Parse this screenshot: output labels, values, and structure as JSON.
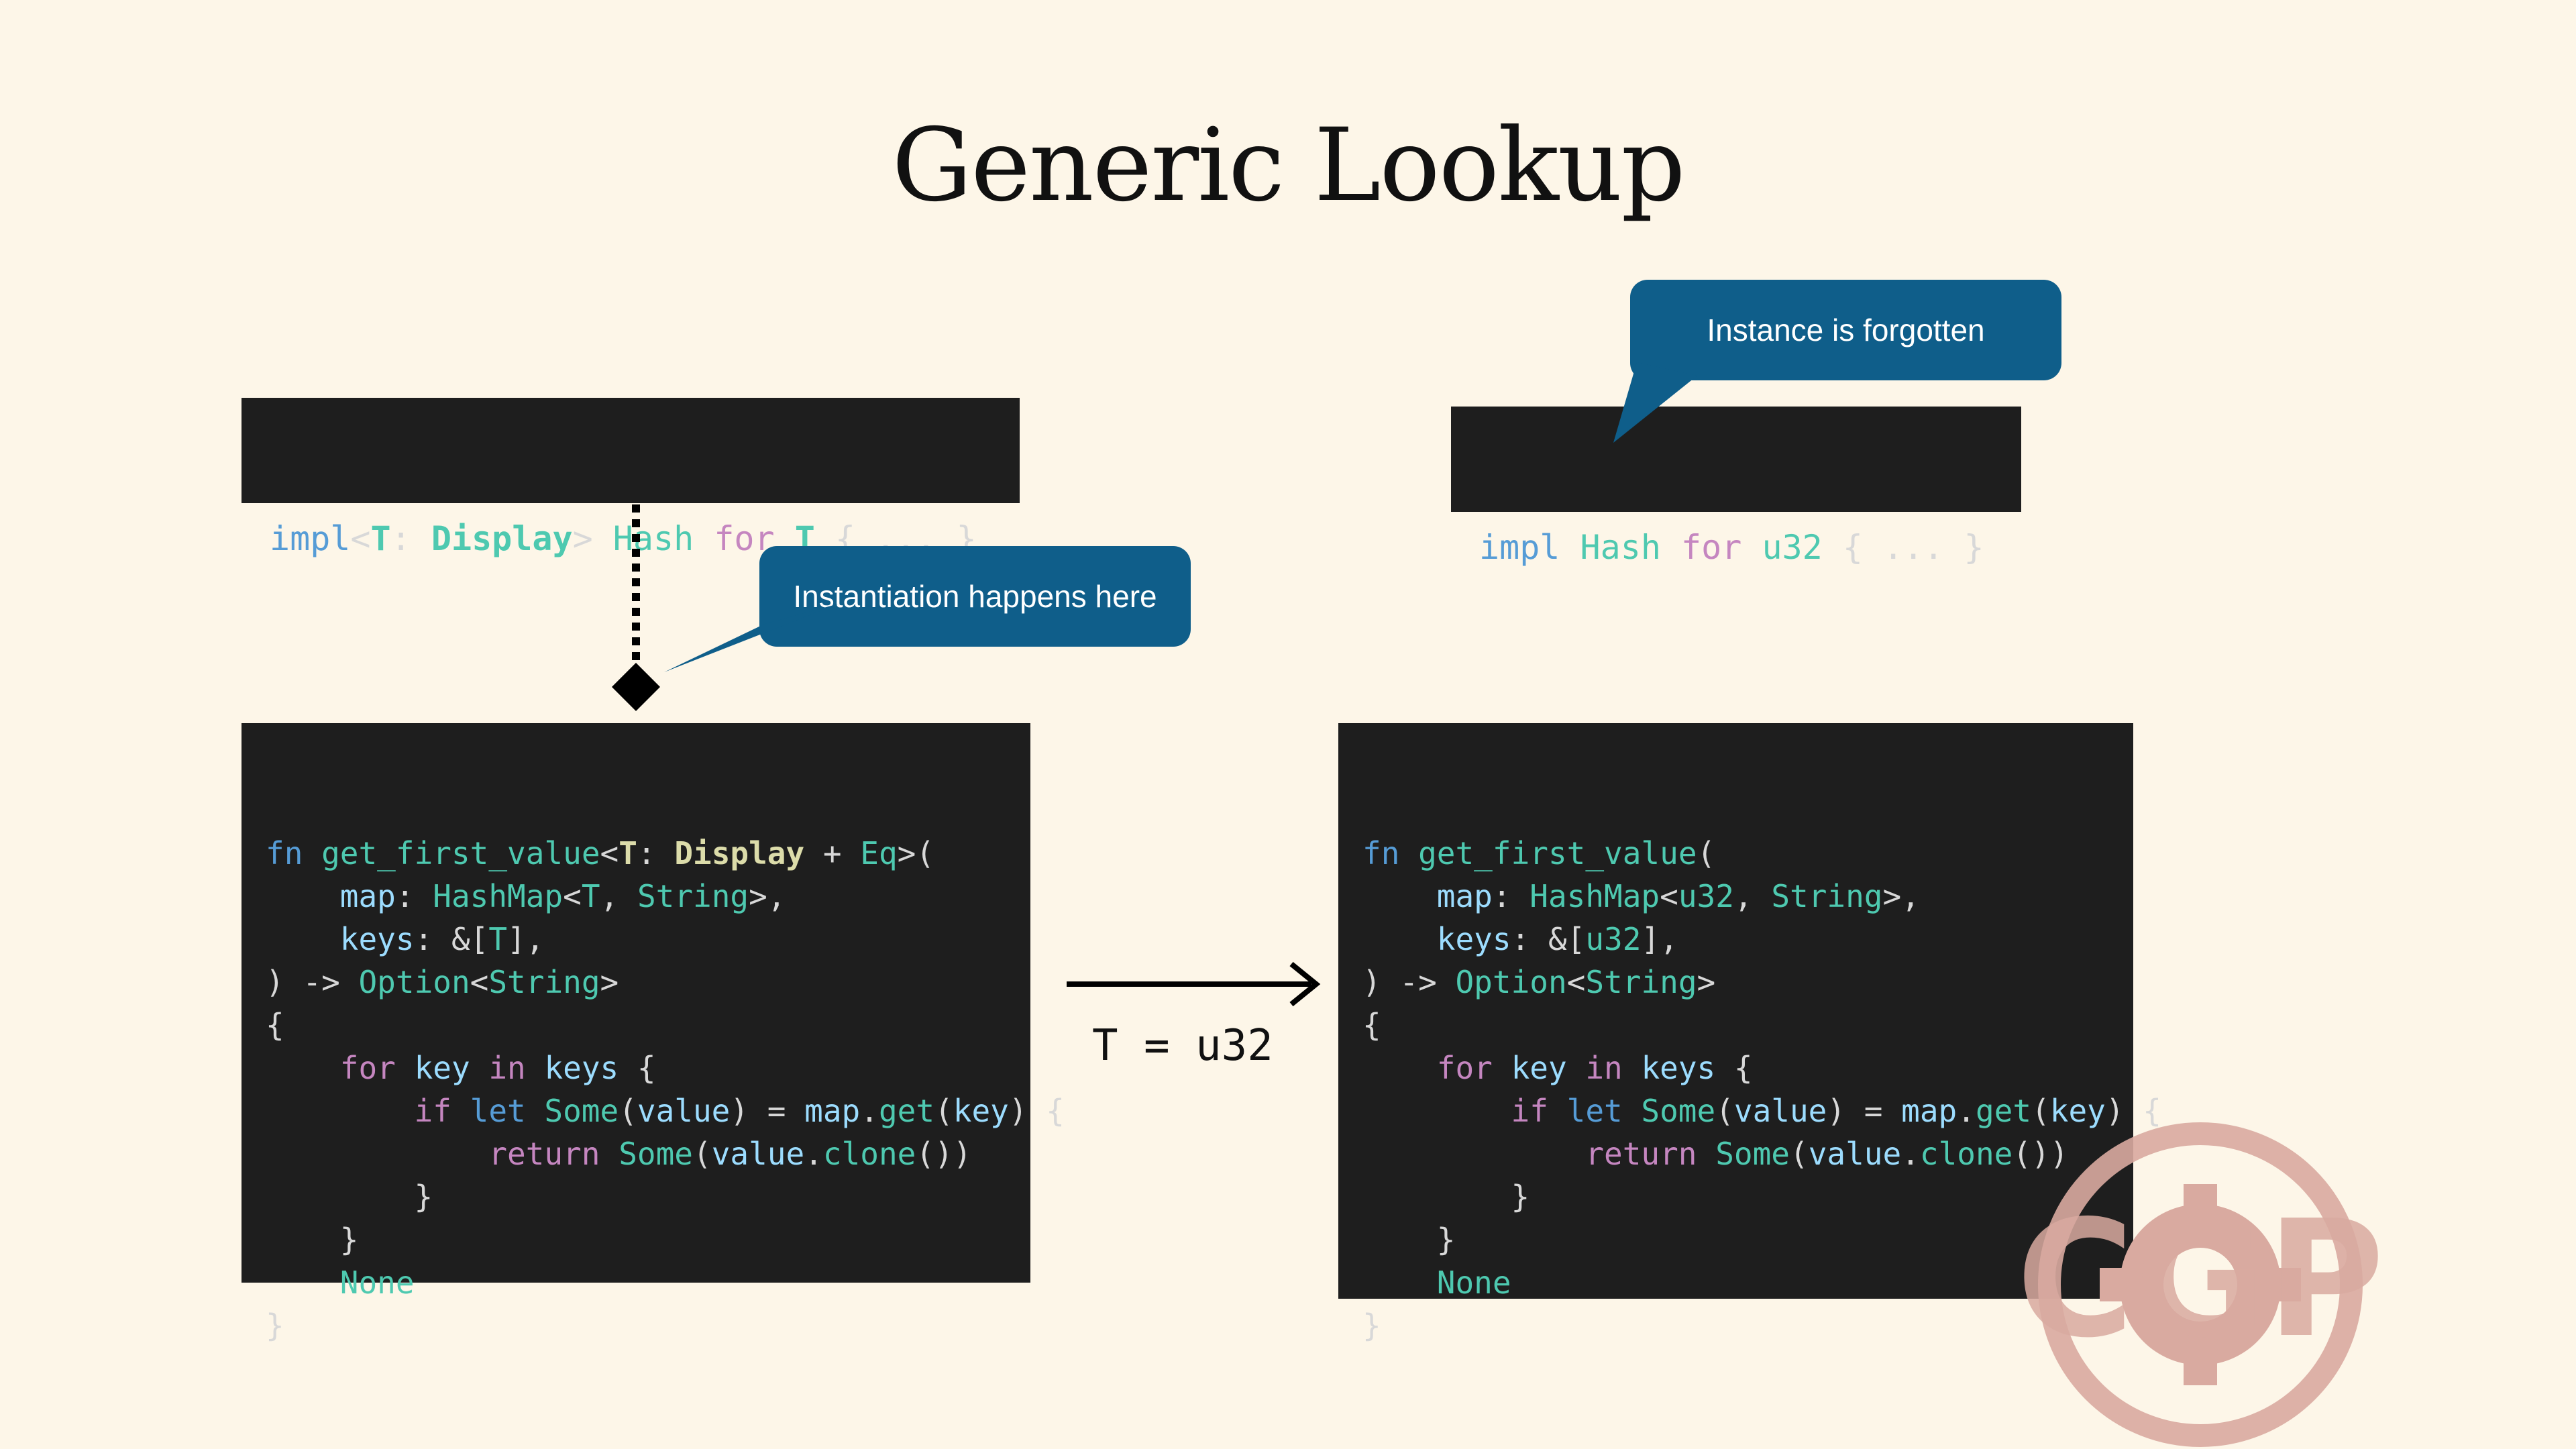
{
  "title": "Generic Lookup",
  "impl_generic": {
    "tokens": [
      {
        "t": "impl",
        "c": "kb"
      },
      {
        "t": "<",
        "c": "p"
      },
      {
        "t": "T",
        "c": "bt"
      },
      {
        "t": ": ",
        "c": "p"
      },
      {
        "t": "Display",
        "c": "bt"
      },
      {
        "t": "> ",
        "c": "p"
      },
      {
        "t": "Hash",
        "c": "ty"
      },
      {
        "t": " for ",
        "c": "k"
      },
      {
        "t": "T",
        "c": "bt"
      },
      {
        "t": " { ... }",
        "c": "p"
      }
    ]
  },
  "impl_concrete": {
    "tokens": [
      {
        "t": "impl",
        "c": "kb"
      },
      {
        "t": " Hash",
        "c": "ty"
      },
      {
        "t": " for ",
        "c": "k"
      },
      {
        "t": "u32",
        "c": "ty"
      },
      {
        "t": " { ... }",
        "c": "p"
      }
    ]
  },
  "callouts": {
    "forgotten": "Instance is forgotten",
    "instantiation": "Instantiation happens here"
  },
  "substitution": "T = u32",
  "code_generic": [
    [
      {
        "t": "fn ",
        "c": "kb"
      },
      {
        "t": "get_first_value",
        "c": "fn"
      },
      {
        "t": "<",
        "c": "p"
      },
      {
        "t": "T",
        "c": "b"
      },
      {
        "t": ": ",
        "c": "p"
      },
      {
        "t": "Display",
        "c": "b"
      },
      {
        "t": " + ",
        "c": "p"
      },
      {
        "t": "Eq",
        "c": "ty"
      },
      {
        "t": ">(",
        "c": "p"
      }
    ],
    [
      {
        "t": "    map",
        "c": "v"
      },
      {
        "t": ": ",
        "c": "p"
      },
      {
        "t": "HashMap",
        "c": "ty"
      },
      {
        "t": "<",
        "c": "p"
      },
      {
        "t": "T",
        "c": "ty"
      },
      {
        "t": ", ",
        "c": "p"
      },
      {
        "t": "String",
        "c": "ty"
      },
      {
        "t": ">,",
        "c": "p"
      }
    ],
    [
      {
        "t": "    keys",
        "c": "v"
      },
      {
        "t": ": &[",
        "c": "p"
      },
      {
        "t": "T",
        "c": "ty"
      },
      {
        "t": "],",
        "c": "p"
      }
    ],
    [
      {
        "t": ") -> ",
        "c": "p"
      },
      {
        "t": "Option",
        "c": "ty"
      },
      {
        "t": "<",
        "c": "p"
      },
      {
        "t": "String",
        "c": "ty"
      },
      {
        "t": ">",
        "c": "p"
      }
    ],
    [
      {
        "t": "{",
        "c": "p"
      }
    ],
    [
      {
        "t": "    for ",
        "c": "k"
      },
      {
        "t": "key",
        "c": "v"
      },
      {
        "t": " in ",
        "c": "k"
      },
      {
        "t": "keys",
        "c": "v"
      },
      {
        "t": " {",
        "c": "p"
      }
    ],
    [
      {
        "t": "        if ",
        "c": "k"
      },
      {
        "t": "let ",
        "c": "kb"
      },
      {
        "t": "Some",
        "c": "ty"
      },
      {
        "t": "(",
        "c": "p"
      },
      {
        "t": "value",
        "c": "v"
      },
      {
        "t": ") = ",
        "c": "p"
      },
      {
        "t": "map",
        "c": "v"
      },
      {
        "t": ".",
        "c": "p"
      },
      {
        "t": "get",
        "c": "fn"
      },
      {
        "t": "(",
        "c": "p"
      },
      {
        "t": "key",
        "c": "v"
      },
      {
        "t": ") {",
        "c": "p"
      }
    ],
    [
      {
        "t": "            return ",
        "c": "k"
      },
      {
        "t": "Some",
        "c": "ty"
      },
      {
        "t": "(",
        "c": "p"
      },
      {
        "t": "value",
        "c": "v"
      },
      {
        "t": ".",
        "c": "p"
      },
      {
        "t": "clone",
        "c": "fn"
      },
      {
        "t": "())",
        "c": "p"
      }
    ],
    [
      {
        "t": "        }",
        "c": "p"
      }
    ],
    [
      {
        "t": "    }",
        "c": "p"
      }
    ],
    [
      {
        "t": "    None",
        "c": "ty"
      }
    ],
    [
      {
        "t": "}",
        "c": "p"
      }
    ]
  ],
  "code_concrete": [
    [
      {
        "t": "fn ",
        "c": "kb"
      },
      {
        "t": "get_first_value",
        "c": "fn"
      },
      {
        "t": "(",
        "c": "p"
      }
    ],
    [
      {
        "t": "    map",
        "c": "v"
      },
      {
        "t": ": ",
        "c": "p"
      },
      {
        "t": "HashMap",
        "c": "ty"
      },
      {
        "t": "<",
        "c": "p"
      },
      {
        "t": "u32",
        "c": "ty"
      },
      {
        "t": ", ",
        "c": "p"
      },
      {
        "t": "String",
        "c": "ty"
      },
      {
        "t": ">,",
        "c": "p"
      }
    ],
    [
      {
        "t": "    keys",
        "c": "v"
      },
      {
        "t": ": &[",
        "c": "p"
      },
      {
        "t": "u32",
        "c": "ty"
      },
      {
        "t": "],",
        "c": "p"
      }
    ],
    [
      {
        "t": ") -> ",
        "c": "p"
      },
      {
        "t": "Option",
        "c": "ty"
      },
      {
        "t": "<",
        "c": "p"
      },
      {
        "t": "String",
        "c": "ty"
      },
      {
        "t": ">",
        "c": "p"
      }
    ],
    [
      {
        "t": "{",
        "c": "p"
      }
    ],
    [
      {
        "t": "    for ",
        "c": "k"
      },
      {
        "t": "key",
        "c": "v"
      },
      {
        "t": " in ",
        "c": "k"
      },
      {
        "t": "keys",
        "c": "v"
      },
      {
        "t": " {",
        "c": "p"
      }
    ],
    [
      {
        "t": "        if ",
        "c": "k"
      },
      {
        "t": "let ",
        "c": "kb"
      },
      {
        "t": "Some",
        "c": "ty"
      },
      {
        "t": "(",
        "c": "p"
      },
      {
        "t": "value",
        "c": "v"
      },
      {
        "t": ") = ",
        "c": "p"
      },
      {
        "t": "map",
        "c": "v"
      },
      {
        "t": ".",
        "c": "p"
      },
      {
        "t": "get",
        "c": "fn"
      },
      {
        "t": "(",
        "c": "p"
      },
      {
        "t": "key",
        "c": "v"
      },
      {
        "t": ") {",
        "c": "p"
      }
    ],
    [
      {
        "t": "            return ",
        "c": "k"
      },
      {
        "t": "Some",
        "c": "ty"
      },
      {
        "t": "(",
        "c": "p"
      },
      {
        "t": "value",
        "c": "v"
      },
      {
        "t": ".",
        "c": "p"
      },
      {
        "t": "clone",
        "c": "fn"
      },
      {
        "t": "())",
        "c": "p"
      }
    ],
    [
      {
        "t": "        }",
        "c": "p"
      }
    ],
    [
      {
        "t": "    }",
        "c": "p"
      }
    ],
    [
      {
        "t": "    None",
        "c": "ty"
      }
    ],
    [
      {
        "t": "}",
        "c": "p"
      }
    ]
  ],
  "logo": {
    "text": "CGP",
    "color": "#d9aaa0"
  }
}
